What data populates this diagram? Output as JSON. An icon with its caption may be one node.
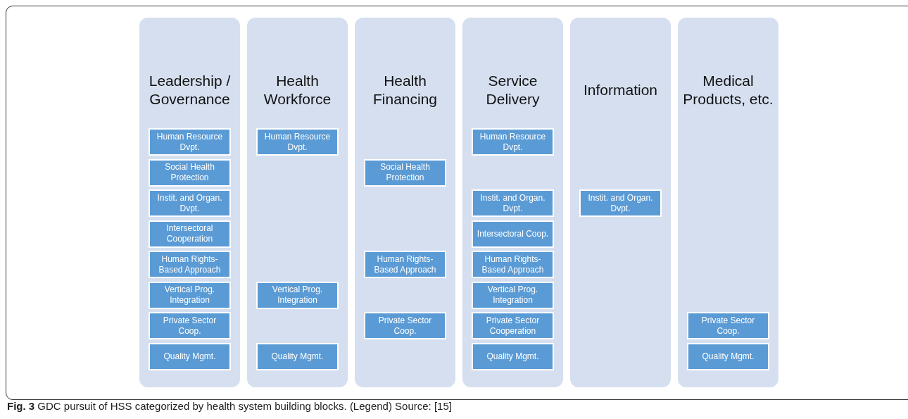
{
  "diagram": {
    "caption": "**Fig. 3** GDC pursuit of HSS categorized by health system building blocks. (Legend) Source: [15]",
    "nodes": [
      {
        "text": [
          "Leadership / Governance"
        ]
      },
      {
        "text": [
          "Human Resource Dvpt."
        ],
        "in": 0
      },
      {
        "text": [
          "Social Health Protection"
        ],
        "in": 0
      },
      {
        "text": [
          "Instit. and Organ. Dvpt."
        ],
        "in": 0
      },
      {
        "text": [
          "Intersectoral Cooperation"
        ],
        "in": 0
      },
      {
        "text": [
          "Human Rights-Based Approach"
        ],
        "in": 0
      },
      {
        "text": [
          "Vertical Prog. Integration"
        ],
        "in": 0
      },
      {
        "text": [
          "Private Sector Coop."
        ],
        "in": 0
      },
      {
        "text": [
          "Quality Mgmt."
        ],
        "in": 0
      },
      {
        "text": [
          "Health Workforce"
        ]
      },
      {
        "text": [
          "Human Resource Dvpt."
        ],
        "in": 9
      },
      {
        "text": [
          "Vertical Prog. Integration"
        ],
        "in": 9
      },
      {
        "text": [
          "Quality Mgmt."
        ],
        "in": 9
      },
      {
        "text": [
          "Health Financing"
        ]
      },
      {
        "text": [
          "Social Health Protection"
        ],
        "in": 13
      },
      {
        "text": [
          "Human Rights-Based Approach"
        ],
        "in": 13
      },
      {
        "text": [
          "Private Sector Coop."
        ],
        "in": 13
      },
      {
        "text": [
          "Service Delivery"
        ]
      },
      {
        "text": [
          "Human Resource Dvpt."
        ],
        "in": 17
      },
      {
        "text": [
          "Instit. and Organ. Dvpt."
        ],
        "in": 17
      },
      {
        "text": [
          "Intersectoral Coop."
        ],
        "in": 17
      },
      {
        "text": [
          "Human Rights-Based Approach"
        ],
        "in": 17
      },
      {
        "text": [
          "Vertical Prog. Integration"
        ],
        "in": 17
      },
      {
        "text": [
          "Private Sector Cooperation"
        ],
        "in": 17
      },
      {
        "text": [
          "Quality Mgmt."
        ],
        "in": 17
      },
      {
        "text": [
          "Information"
        ]
      },
      {
        "text": [
          "Instit. and Organ. Dvpt."
        ],
        "in": 25
      },
      {
        "text": [
          "Medical Products, etc."
        ]
      },
      {
        "text": [
          "Private Sector Coop."
        ],
        "in": 27
      },
      {
        "text": [
          "Quality Mgmt."
        ],
        "in": 27
      }
    ],
    "edges": []
  }
}
